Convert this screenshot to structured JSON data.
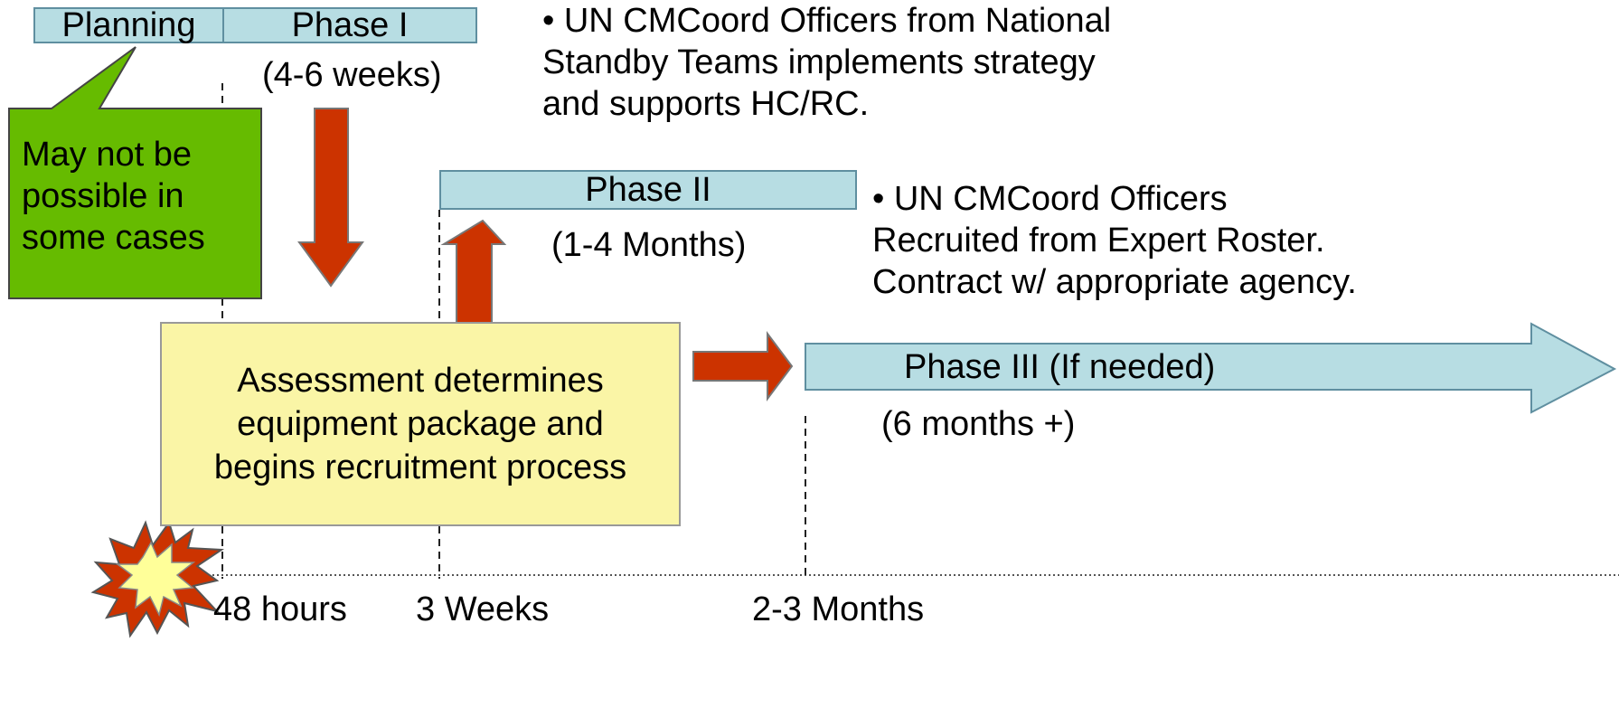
{
  "phases": {
    "planning": "Planning",
    "phase1": "Phase I",
    "phase1_duration": "(4-6 weeks)",
    "phase2": "Phase II",
    "phase2_duration": "(1-4 Months)",
    "phase3": "Phase III (If needed)",
    "phase3_duration": "(6 months +)"
  },
  "callout": {
    "lines": [
      "May not be",
      "possible in",
      "some cases"
    ]
  },
  "assessment": {
    "lines": [
      "Assessment determines",
      "equipment package and",
      "begins recruitment process"
    ]
  },
  "notes": {
    "phase1": [
      "• UN CMCoord Officers from National",
      "Standby Teams implements strategy",
      "and supports HC/RC."
    ],
    "phase2": [
      "• UN CMCoord Officers",
      "Recruited from Expert Roster.",
      "Contract w/ appropriate agency."
    ]
  },
  "timeline": {
    "ticks": [
      "48 hours",
      "3 Weeks",
      "2-3 Months"
    ]
  },
  "colors": {
    "phase_fill": "#b7dde3",
    "phase_border": "#5f8fa0",
    "arrow_red": "#cc3300",
    "callout_green": "#66bb00",
    "assessment_fill": "#faf5a6",
    "burst_red": "#cc3300",
    "burst_yellow": "#ffff99"
  }
}
